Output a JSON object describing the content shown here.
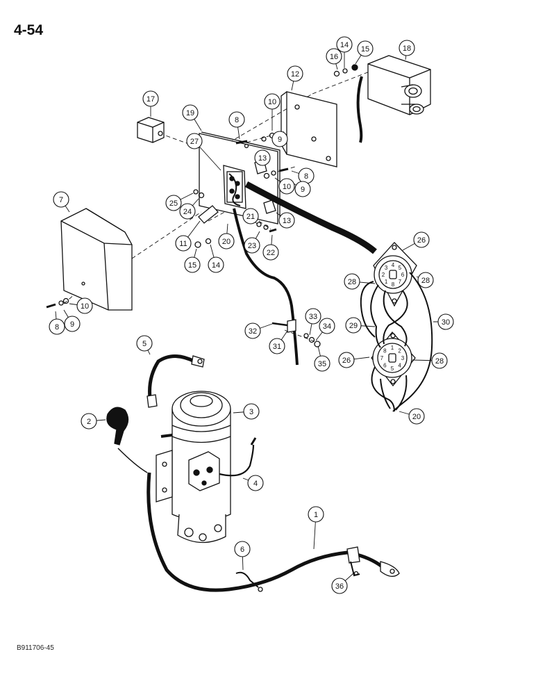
{
  "page_number": "4-54",
  "figure_code": "B911706-45",
  "callouts": [
    "1",
    "2",
    "3",
    "4",
    "5",
    "6",
    "7",
    "8",
    "8",
    "8",
    "9",
    "9",
    "9",
    "10",
    "10",
    "10",
    "11",
    "12",
    "13",
    "13",
    "14",
    "14",
    "15",
    "15",
    "16",
    "17",
    "18",
    "19",
    "20",
    "20",
    "21",
    "22",
    "23",
    "24",
    "25",
    "26",
    "26",
    "27",
    "28",
    "28",
    "28",
    "29",
    "30",
    "31",
    "32",
    "33",
    "34",
    "35",
    "36"
  ],
  "socket_pin_labels": {
    "upper": [
      "1",
      "2",
      "3",
      "4",
      "5",
      "6",
      "7",
      "8"
    ],
    "lower": [
      "8",
      "1",
      "2",
      "3",
      "4",
      "5",
      "6",
      "7"
    ]
  },
  "colors": {
    "ink": "#111111",
    "paper": "#ffffff"
  }
}
